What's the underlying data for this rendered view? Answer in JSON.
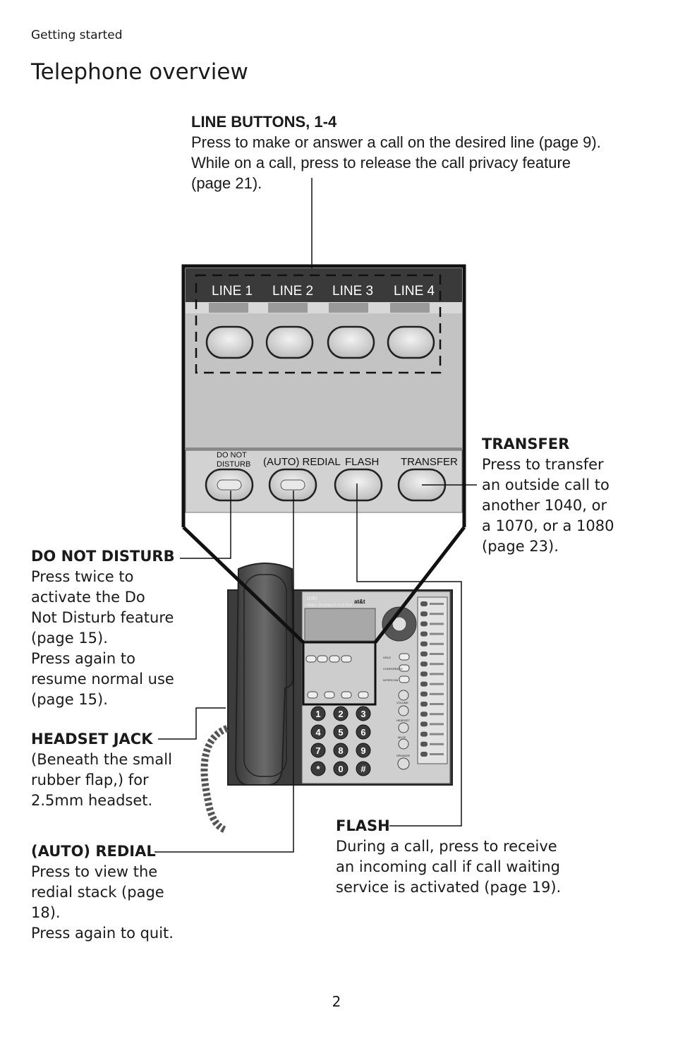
{
  "header": {
    "section": "Getting started",
    "title": "Telephone overview"
  },
  "callouts": {
    "line_buttons": {
      "heading": "LINE BUTTONS, 1-4",
      "lines": [
        "Press to make or answer a call on the desired line (page 9).",
        "While on a call, press to release the call privacy feature",
        "(page 21)."
      ]
    },
    "transfer": {
      "heading": "TRANSFER",
      "lines": [
        "Press to transfer",
        "an outside call to",
        "another 1040, or",
        "a 1070, or a 1080",
        "(page 23)."
      ]
    },
    "do_not_disturb": {
      "heading": "DO NOT DISTURB",
      "lines": [
        "Press twice to",
        "activate the Do",
        "Not Disturb feature",
        "(page 15).",
        "Press again to",
        "resume normal use",
        "(page 15)."
      ]
    },
    "headset_jack": {
      "heading": "HEADSET JACK",
      "lines": [
        "(Beneath the small",
        "rubber flap,) for",
        "2.5mm headset."
      ]
    },
    "auto_redial": {
      "heading": "(AUTO) REDIAL",
      "lines": [
        "Press to view the",
        "redial stack (page",
        "18).",
        "Press again to quit."
      ]
    },
    "flash": {
      "heading": "FLASH",
      "lines": [
        "During a call, press to receive",
        "an incoming call if call waiting",
        "service is activated (page 19)."
      ]
    }
  },
  "phone_closeup": {
    "line_labels": [
      "LINE 1",
      "LINE 2",
      "LINE 3",
      "LINE 4"
    ],
    "function_labels": {
      "dnd_line1": "DO NOT",
      "dnd_line2": "DISTURB",
      "redial": "(AUTO) REDIAL",
      "flash": "FLASH",
      "transfer": "TRANSFER"
    }
  },
  "phone_small": {
    "model": "1040",
    "brand": "at&t",
    "subtitle": "SMALL BUSINESS SYSTEM",
    "side_labels": [
      "HOLD",
      "CONFERENCE",
      "INTERCOM"
    ],
    "right_labels": [
      "VOLUME",
      "HEADSET",
      "MUTE",
      "SPEAKER"
    ],
    "keys": [
      "1",
      "2",
      "3",
      "4",
      "5",
      "6",
      "7",
      "8",
      "9",
      "*",
      "0",
      "#"
    ]
  },
  "page_number": "2"
}
